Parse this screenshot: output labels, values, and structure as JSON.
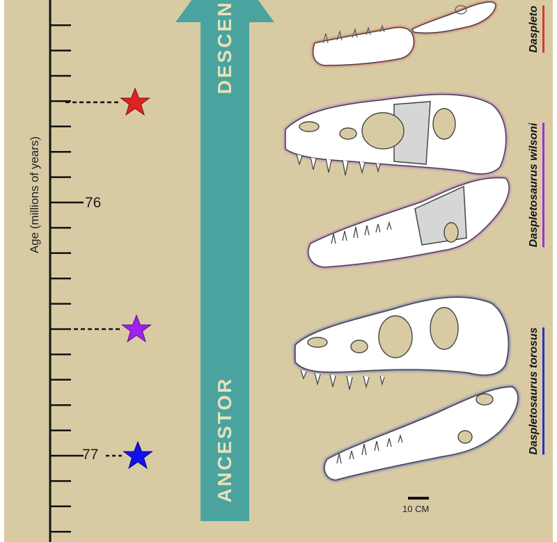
{
  "axis": {
    "title": "Age (millions of years)",
    "ticks": [
      {
        "value": 76,
        "label": "76"
      },
      {
        "value": 77,
        "label": "77"
      }
    ]
  },
  "arrow": {
    "top_word": "DESCEN",
    "bottom_word": "ANCESTOR",
    "color": "#4aa39e"
  },
  "species": [
    {
      "name": "Daspleto",
      "star_color": "#e02222",
      "underline_color": "#d03a3a"
    },
    {
      "name": "Daspletosaurus wilsoni",
      "star_color": "#a020f0",
      "underline_color": "#9b30d9"
    },
    {
      "name": "Daspletosaurus torosus",
      "star_color": "#1010ee",
      "underline_color": "#2431c8"
    }
  ],
  "scale_bar": {
    "label": "10 CM"
  },
  "colors": {
    "background": "#d8cba4",
    "skull_fill": "#ffffff",
    "restored_bone": "#d6d6d6"
  }
}
